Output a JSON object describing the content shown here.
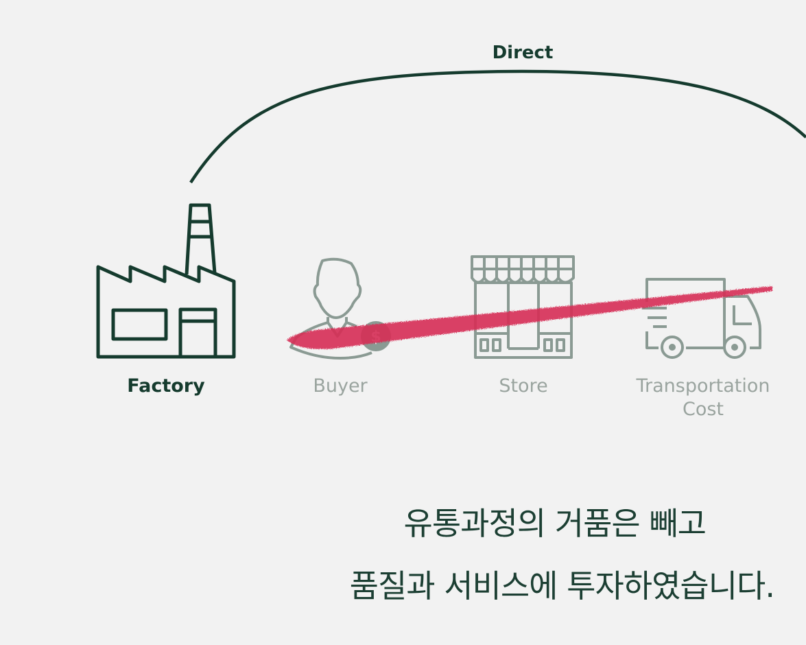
{
  "labels": {
    "direct": "Direct",
    "factory": "Factory",
    "buyer": "Buyer",
    "store": "Store",
    "transportation": [
      "Transportation",
      "Cost"
    ]
  },
  "slogan": {
    "line1": "유통과정의 거품은 빼고",
    "line2": "품질과 서비스에 투자하였습니다."
  },
  "icons": {
    "factory": "factory-icon",
    "buyer": "buyer-icon",
    "store": "store-icon",
    "transportation": "truck-icon"
  },
  "colors": {
    "background": "#f2f2f2",
    "primary": "#153b2e",
    "muted": "#8a9a93",
    "strike": "#d62f55"
  }
}
